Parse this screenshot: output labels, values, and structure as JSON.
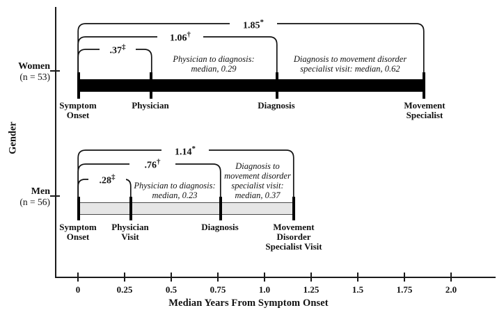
{
  "chart_data": {
    "type": "bar",
    "title": "",
    "xlabel": "Median Years From Symptom Onset",
    "ylabel": "Gender",
    "xlim": [
      0,
      2.2
    ],
    "xticks": [
      "0",
      "0.25",
      "0.5",
      "0.75",
      "1.0",
      "1.25",
      "1.5",
      "1.75",
      "2.0"
    ],
    "xtick_values": [
      0,
      0.25,
      0.5,
      0.75,
      1.0,
      1.25,
      1.5,
      1.75,
      2.0
    ],
    "grid": false,
    "legend": "none",
    "categories": [
      "Women",
      "Men"
    ],
    "series": [
      {
        "name": "Women",
        "n": 53,
        "fill": "#000000",
        "milestones": [
          {
            "label": "Symptom Onset",
            "value": 0
          },
          {
            "label": "Physician",
            "value": 0.37
          },
          {
            "label": "Diagnosis",
            "value": 1.06
          },
          {
            "label": "Movement Specialist",
            "value": 1.85
          }
        ],
        "intervals": [
          {
            "label": ".37",
            "marker": "‡",
            "from": 0,
            "to": 0.37
          },
          {
            "label": "1.06",
            "marker": "†",
            "from": 0,
            "to": 1.06
          },
          {
            "label": "1.85",
            "marker": "*",
            "from": 0,
            "to": 1.85
          }
        ],
        "annotations": [
          {
            "text": "Physician to diagnosis: median, 0.29",
            "from": 0.37,
            "to": 1.06
          },
          {
            "text": "Diagnosis to movement disorder specialist visit: median, 0.62",
            "from": 1.06,
            "to": 1.85
          }
        ]
      },
      {
        "name": "Men",
        "n": 56,
        "fill": "#e6e6e6",
        "milestones": [
          {
            "label": "Symptom Onset",
            "value": 0
          },
          {
            "label": "Physician Visit",
            "value": 0.28
          },
          {
            "label": "Diagnosis",
            "value": 0.76
          },
          {
            "label": "Movement Disorder Specialist Visit",
            "value": 1.14
          }
        ],
        "intervals": [
          {
            "label": ".28",
            "marker": "‡",
            "from": 0,
            "to": 0.28
          },
          {
            "label": ".76",
            "marker": "†",
            "from": 0,
            "to": 0.76
          },
          {
            "label": "1.14",
            "marker": "*",
            "from": 0,
            "to": 1.14
          }
        ],
        "annotations": [
          {
            "text": "Physician to diagnosis: median, 0.23",
            "from": 0.28,
            "to": 0.76
          },
          {
            "text": "Diagnosis to movement disorder specialist visit: median, 0.37",
            "from": 0.76,
            "to": 1.14
          }
        ]
      }
    ]
  },
  "axis": {
    "x_title": "Median Years From Symptom Onset",
    "y_title": "Gender",
    "ticks": [
      "0",
      "0.25",
      "0.5",
      "0.75",
      "1.0",
      "1.25",
      "1.5",
      "1.75",
      "2.0"
    ]
  },
  "groups": {
    "women": {
      "name": "Women",
      "n_text": "(n = 53)"
    },
    "men": {
      "name": "Men",
      "n_text": "(n = 56)"
    }
  },
  "women": {
    "nodes": {
      "onset_l1": "Symptom",
      "onset_l2": "Onset",
      "physician_l1": "Physician",
      "diagnosis_l1": "Diagnosis",
      "specialist_l1": "Movement",
      "specialist_l2": "Specialist"
    },
    "brackets": {
      "inner": {
        "value": ".37",
        "marker": "‡"
      },
      "middle": {
        "value": "1.06",
        "marker": "†"
      },
      "outer": {
        "value": "1.85",
        "marker": "*"
      }
    },
    "annotations": {
      "phys_to_dx_l1": "Physician to diagnosis:",
      "phys_to_dx_l2": "median, 0.29",
      "dx_to_spec_l1": "Diagnosis to movement disorder",
      "dx_to_spec_l2": "specialist visit: median, 0.62"
    }
  },
  "men": {
    "nodes": {
      "onset_l1": "Symptom",
      "onset_l2": "Onset",
      "physician_l1": "Physician",
      "physician_l2": "Visit",
      "diagnosis_l1": "Diagnosis",
      "specialist_l1": "Movement",
      "specialist_l2": "Disorder",
      "specialist_l3": "Specialist Visit"
    },
    "brackets": {
      "inner": {
        "value": ".28",
        "marker": "‡"
      },
      "middle": {
        "value": ".76",
        "marker": "†"
      },
      "outer": {
        "value": "1.14",
        "marker": "*"
      }
    },
    "annotations": {
      "phys_to_dx_l1": "Physician to diagnosis:",
      "phys_to_dx_l2": "median, 0.23",
      "dx_to_spec_l1": "Diagnosis to",
      "dx_to_spec_l2": "movement disorder",
      "dx_to_spec_l3": "specialist visit:",
      "dx_to_spec_l4": "median, 0.37"
    }
  }
}
